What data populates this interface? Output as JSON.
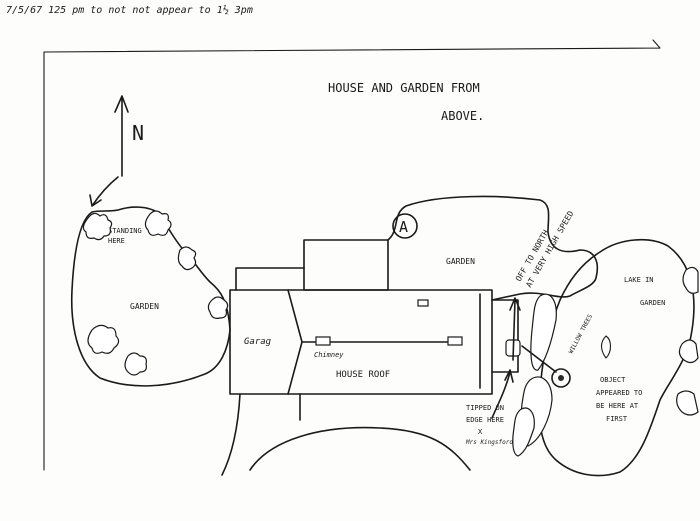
{
  "header_note": "7/5/67    125 pm to not not appear to 1½ 3pm",
  "title_line1": "HOUSE   AND   GARDEN   FROM",
  "title_line2": "ABOVE.",
  "north_label": "N",
  "label_standing": [
    "STANDING",
    "HERE"
  ],
  "label_garden_left": "GARDEN",
  "label_garden_top": "GARDEN",
  "label_garden_right": "GARDEN",
  "label_lake": "LAKE IN",
  "label_marker": "A",
  "label_garage": "Garag",
  "label_chimney": "Chimney",
  "label_house_roof": "HOUSE   ROOF",
  "label_off_north": [
    "OFF TO NORTH",
    "AT VERY HIGH SPEED"
  ],
  "label_tipped": [
    "TIPPED ON",
    "EDGE HERE"
  ],
  "label_witness": "Mrs Kingsford",
  "label_x": "X",
  "label_trees": "WILLOW TREES",
  "label_object": [
    "OBJECT",
    "APPEARED TO",
    "BE HERE AT",
    "FIRST"
  ],
  "colors": {
    "ink": "#1a1a1a",
    "paper": "#fdfdfc"
  }
}
